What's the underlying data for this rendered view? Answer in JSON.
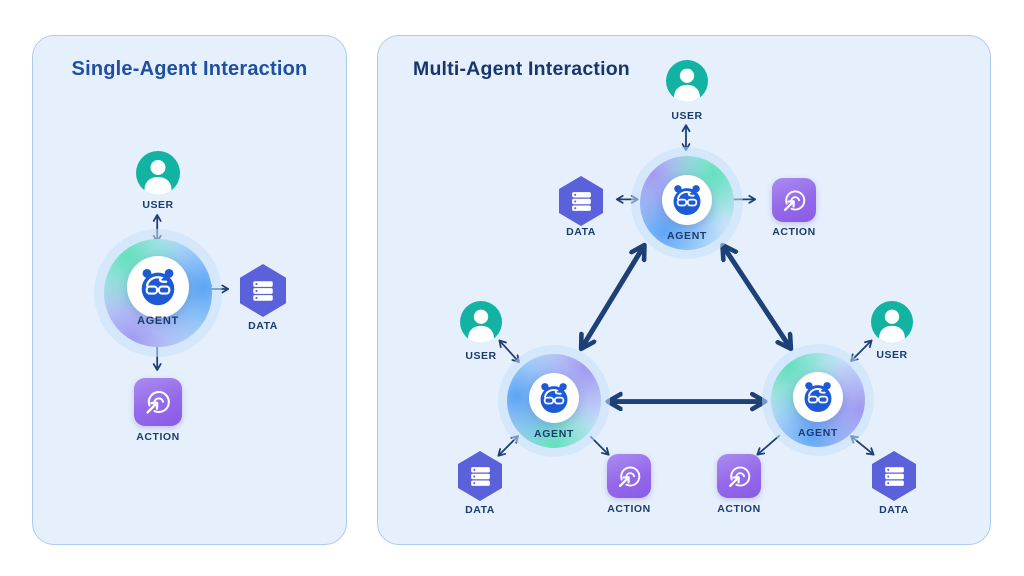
{
  "single": {
    "title": "Single-Agent Interaction",
    "user_label": "USER",
    "agent_label": "AGENT",
    "data_label": "DATA",
    "action_label": "ACTION"
  },
  "multi": {
    "title": "Multi-Agent Interaction",
    "top_agent": {
      "user_label": "USER",
      "agent_label": "AGENT",
      "data_label": "DATA",
      "action_label": "ACTION"
    },
    "bottom_left_agent": {
      "user_label": "USER",
      "agent_label": "AGENT",
      "data_label": "DATA",
      "action_label": "ACTION"
    },
    "bottom_right_agent": {
      "user_label": "USER",
      "agent_label": "AGENT",
      "data_label": "DATA",
      "action_label": "ACTION"
    }
  },
  "icons": {
    "user": "user-avatar-icon",
    "agent": "robot-face-icon",
    "data": "database-server-icon",
    "action": "target-arrow-icon"
  },
  "colors": {
    "page_bg": "#ffffff",
    "panel_bg": "#e6f0fc",
    "panel_border": "#aaccf2",
    "single_title": "#1e4fa3",
    "multi_title": "#17366b",
    "label_text": "#1b3c6e",
    "arrow_navy": "#1d4077",
    "user_teal": "#13b3a3",
    "data_indigo": "#5a61db",
    "action_purple": "#9468ea",
    "robot_blue": "#1d5ad4"
  }
}
